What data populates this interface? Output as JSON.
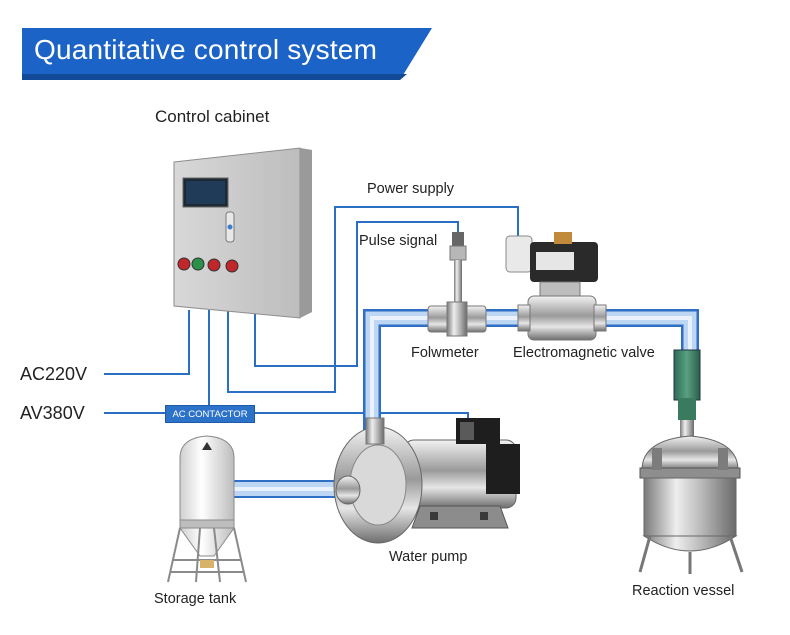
{
  "header": {
    "title": "Quantitative control system"
  },
  "labels": {
    "control_cabinet": "Control cabinet",
    "power_supply": "Power supply",
    "pulse_signal": "Pulse signal",
    "flowmeter": "Folwmeter",
    "valve": "Electromagnetic valve",
    "ac220": "AC220V",
    "av380": "AV380V",
    "contactor": "AC CONTACTOR",
    "water_pump": "Water pump",
    "storage_tank": "Storage tank",
    "reaction_vessel": "Reaction vessel"
  },
  "colors": {
    "banner": "#1b63c6",
    "wire": "#2a6fc4",
    "pipe": "#a9c9ef",
    "pipe_edge": "#2f6fc6",
    "cabinet": "#c9c9c9"
  }
}
